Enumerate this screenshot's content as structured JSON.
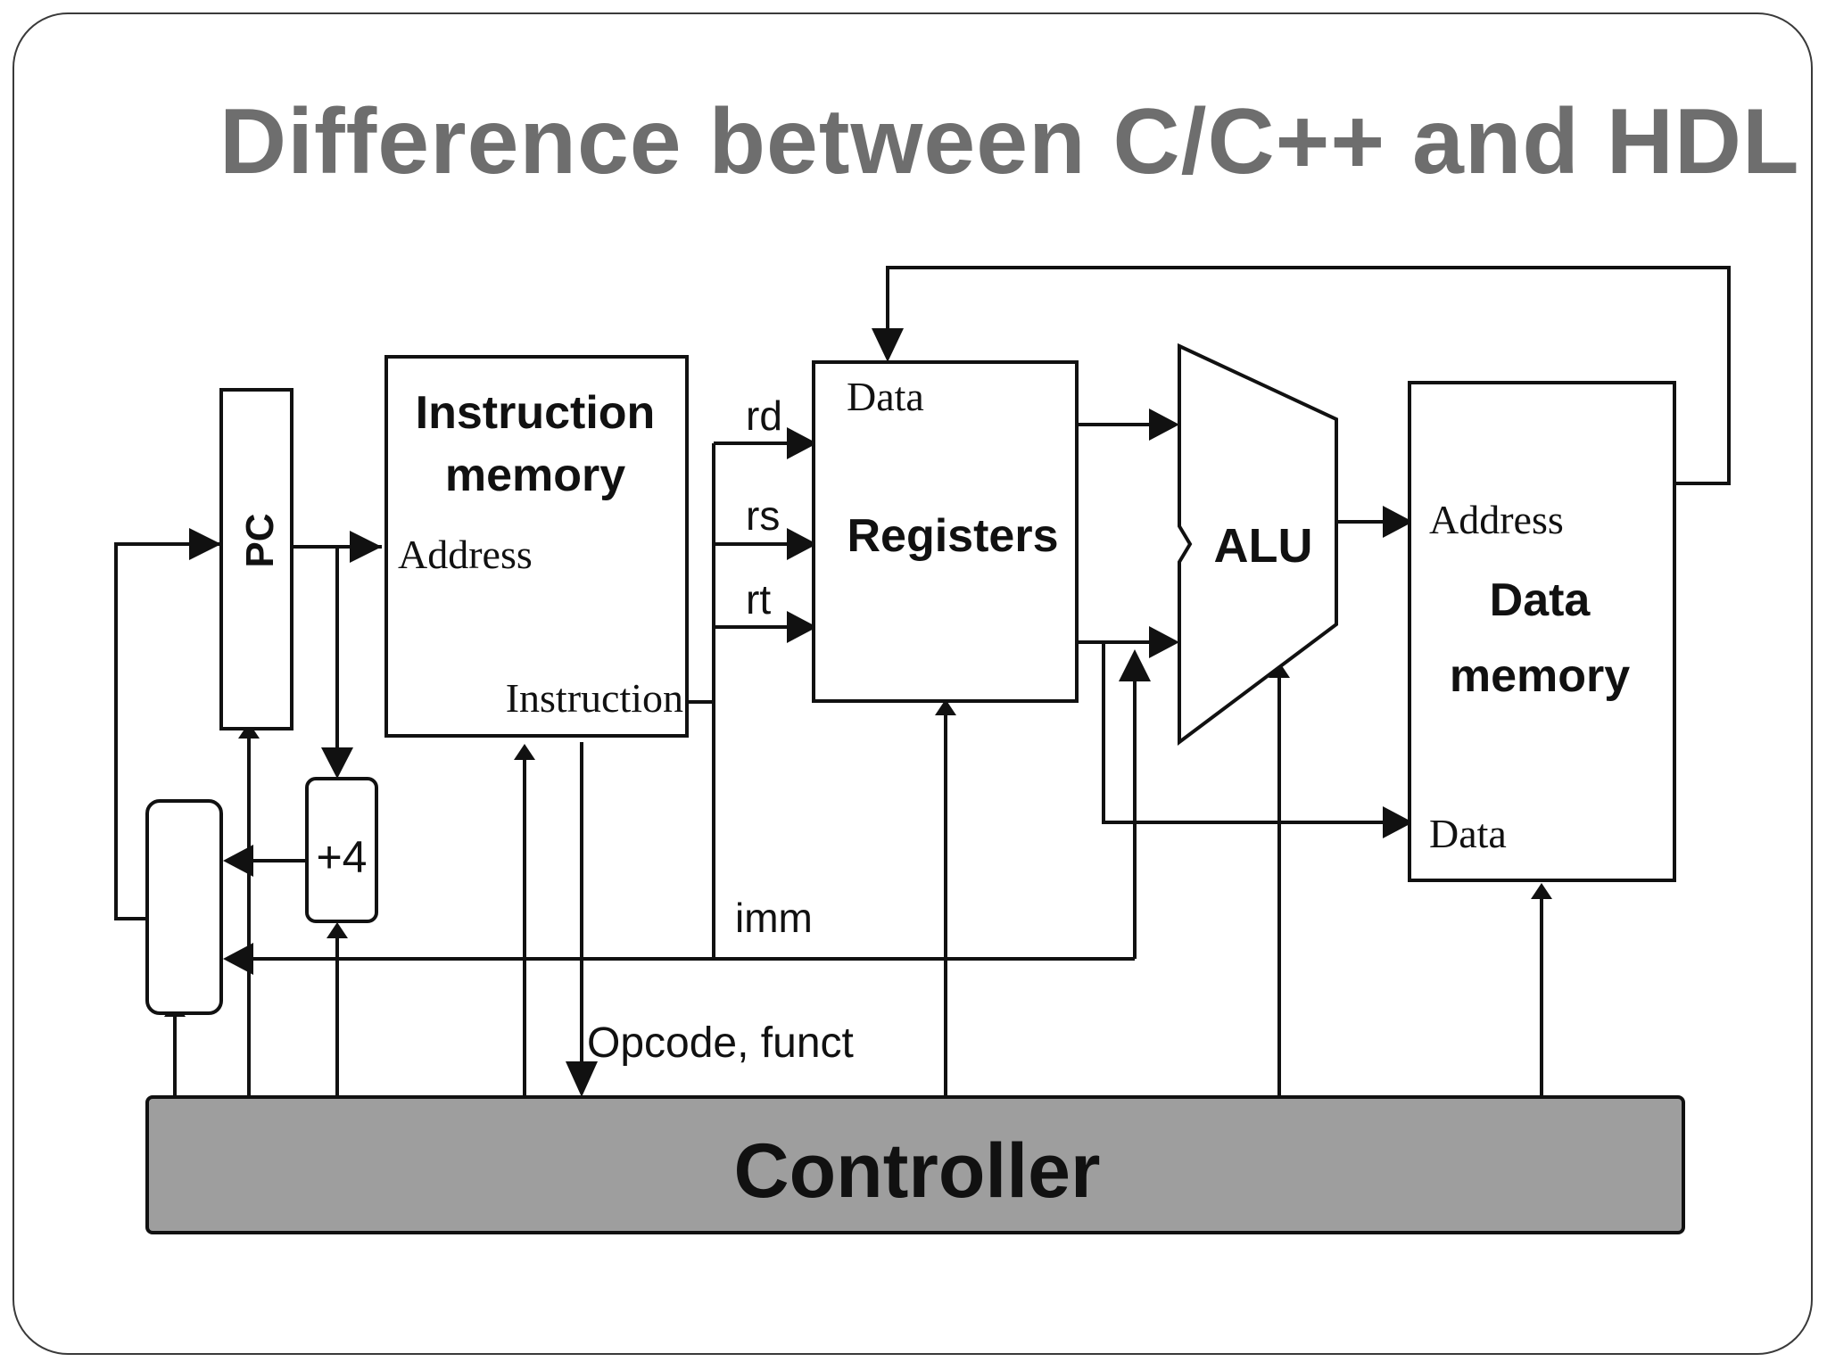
{
  "slide": {
    "title": "Difference between C/C++ and HDL"
  },
  "diagram": {
    "pc": "PC",
    "instruction_memory": {
      "title_line1": "Instruction",
      "title_line2": "memory",
      "address_port": "Address",
      "instruction_port": "Instruction"
    },
    "registers": {
      "title": "Registers",
      "data_port": "Data"
    },
    "register_fields": [
      "rd",
      "rs",
      "rt"
    ],
    "alu": "ALU",
    "data_memory": {
      "title_line1": "Data",
      "title_line2": "memory",
      "address_port": "Address",
      "data_port": "Data"
    },
    "adder": "+4",
    "imm": "imm",
    "opcode": "Opcode, funct",
    "controller": "Controller",
    "colors": {
      "title": "#6e6e6e",
      "controller_fill": "#9e9e9e",
      "line": "#111111"
    }
  }
}
